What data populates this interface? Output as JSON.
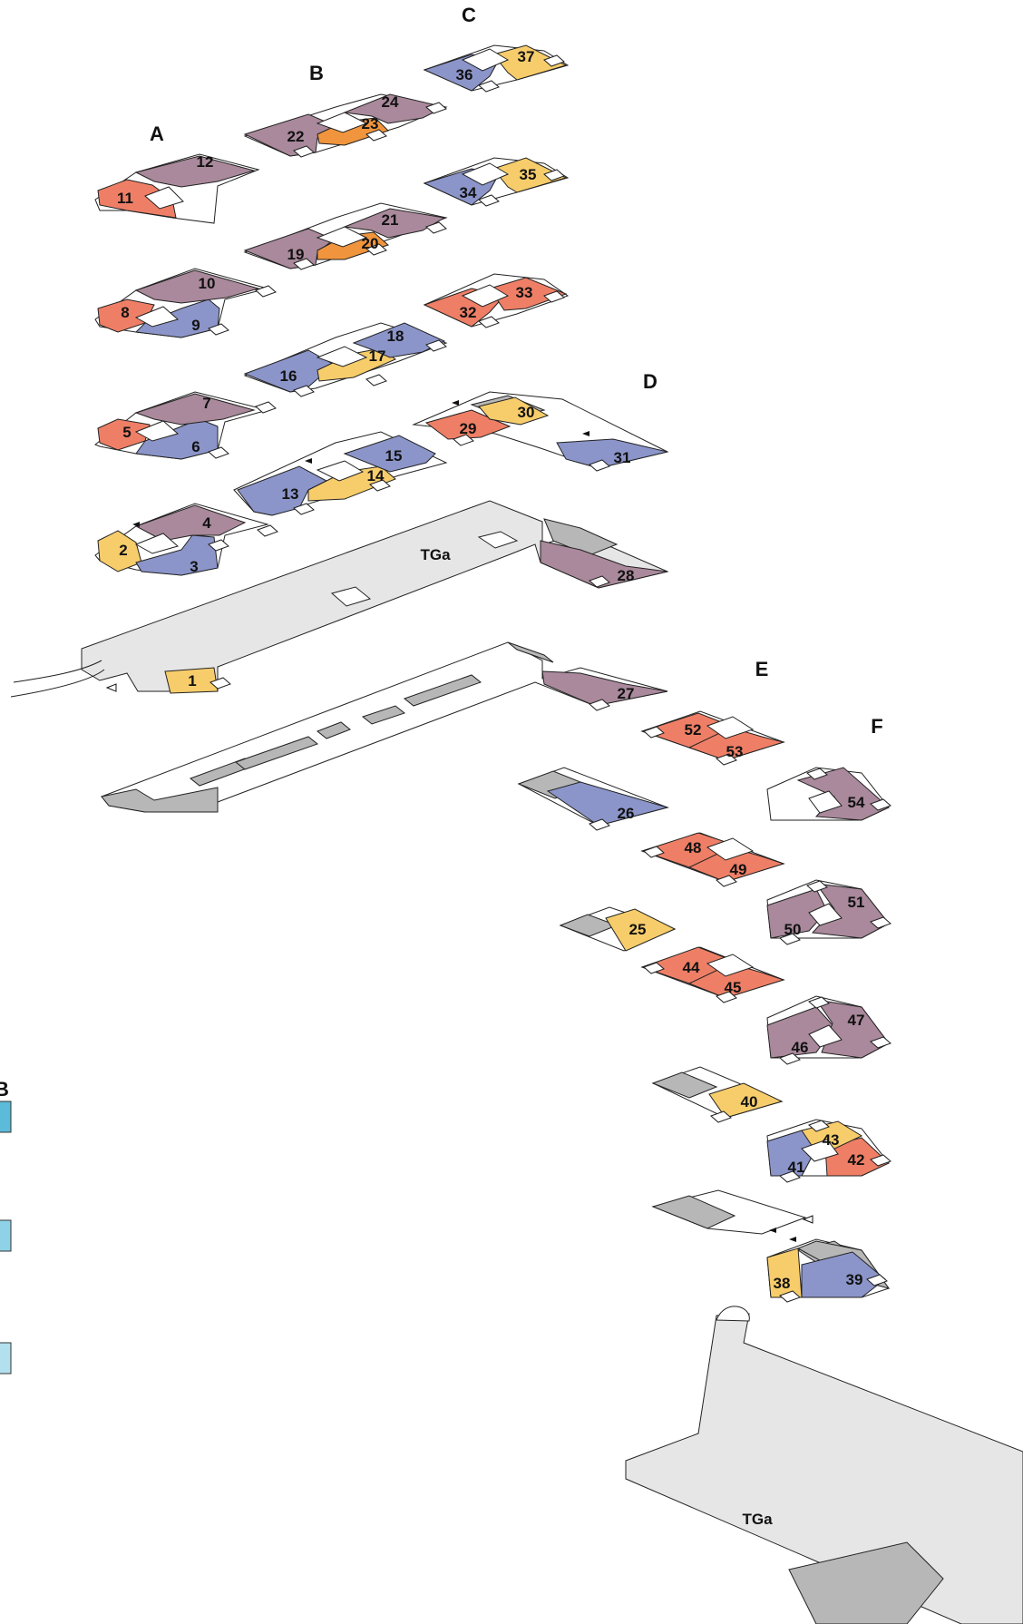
{
  "colors": {
    "mauve": "#a9899b",
    "blue": "#8b95c9",
    "yellow": "#f7cd6b",
    "coral": "#ee7f66",
    "orange": "#f0953d",
    "garage": "#e6e6e6",
    "stair": "#b7b7b7",
    "legend_blue_1": "#5bbbd8",
    "legend_blue_2": "#8fd2e8",
    "legend_blue_3": "#b2e0ee"
  },
  "legend": {
    "partial_heading": "B"
  },
  "sections": [
    {
      "id": "A",
      "label": "A"
    },
    {
      "id": "B",
      "label": "B"
    },
    {
      "id": "C",
      "label": "C"
    },
    {
      "id": "D",
      "label": "D"
    },
    {
      "id": "E",
      "label": "E"
    },
    {
      "id": "F",
      "label": "F"
    }
  ],
  "garage_labels": [
    "TGa",
    "TGa"
  ],
  "units": [
    {
      "label": "1",
      "color": "yellow"
    },
    {
      "label": "2",
      "color": "yellow"
    },
    {
      "label": "3",
      "color": "blue"
    },
    {
      "label": "4",
      "color": "mauve"
    },
    {
      "label": "5",
      "color": "coral"
    },
    {
      "label": "6",
      "color": "blue"
    },
    {
      "label": "7",
      "color": "mauve"
    },
    {
      "label": "8",
      "color": "coral"
    },
    {
      "label": "9",
      "color": "blue"
    },
    {
      "label": "10",
      "color": "mauve"
    },
    {
      "label": "11",
      "color": "coral"
    },
    {
      "label": "12",
      "color": "mauve"
    },
    {
      "label": "13",
      "color": "blue"
    },
    {
      "label": "14",
      "color": "yellow"
    },
    {
      "label": "15",
      "color": "blue"
    },
    {
      "label": "16",
      "color": "blue"
    },
    {
      "label": "17",
      "color": "yellow"
    },
    {
      "label": "18",
      "color": "blue"
    },
    {
      "label": "19",
      "color": "mauve"
    },
    {
      "label": "20",
      "color": "orange"
    },
    {
      "label": "21",
      "color": "mauve"
    },
    {
      "label": "22",
      "color": "mauve"
    },
    {
      "label": "23",
      "color": "orange"
    },
    {
      "label": "24",
      "color": "mauve"
    },
    {
      "label": "25",
      "color": "yellow"
    },
    {
      "label": "26",
      "color": "blue"
    },
    {
      "label": "27",
      "color": "mauve"
    },
    {
      "label": "28",
      "color": "mauve"
    },
    {
      "label": "29",
      "color": "coral"
    },
    {
      "label": "30",
      "color": "yellow"
    },
    {
      "label": "31",
      "color": "blue"
    },
    {
      "label": "32",
      "color": "coral"
    },
    {
      "label": "33",
      "color": "coral"
    },
    {
      "label": "34",
      "color": "blue"
    },
    {
      "label": "35",
      "color": "yellow"
    },
    {
      "label": "36",
      "color": "blue"
    },
    {
      "label": "37",
      "color": "yellow"
    },
    {
      "label": "38",
      "color": "yellow"
    },
    {
      "label": "39",
      "color": "blue"
    },
    {
      "label": "40",
      "color": "yellow"
    },
    {
      "label": "41",
      "color": "blue"
    },
    {
      "label": "42",
      "color": "coral"
    },
    {
      "label": "43",
      "color": "yellow"
    },
    {
      "label": "44",
      "color": "coral"
    },
    {
      "label": "45",
      "color": "coral"
    },
    {
      "label": "46",
      "color": "mauve"
    },
    {
      "label": "47",
      "color": "mauve"
    },
    {
      "label": "48",
      "color": "coral"
    },
    {
      "label": "49",
      "color": "coral"
    },
    {
      "label": "50",
      "color": "mauve"
    },
    {
      "label": "51",
      "color": "mauve"
    },
    {
      "label": "52",
      "color": "coral"
    },
    {
      "label": "53",
      "color": "coral"
    },
    {
      "label": "54",
      "color": "mauve"
    }
  ]
}
